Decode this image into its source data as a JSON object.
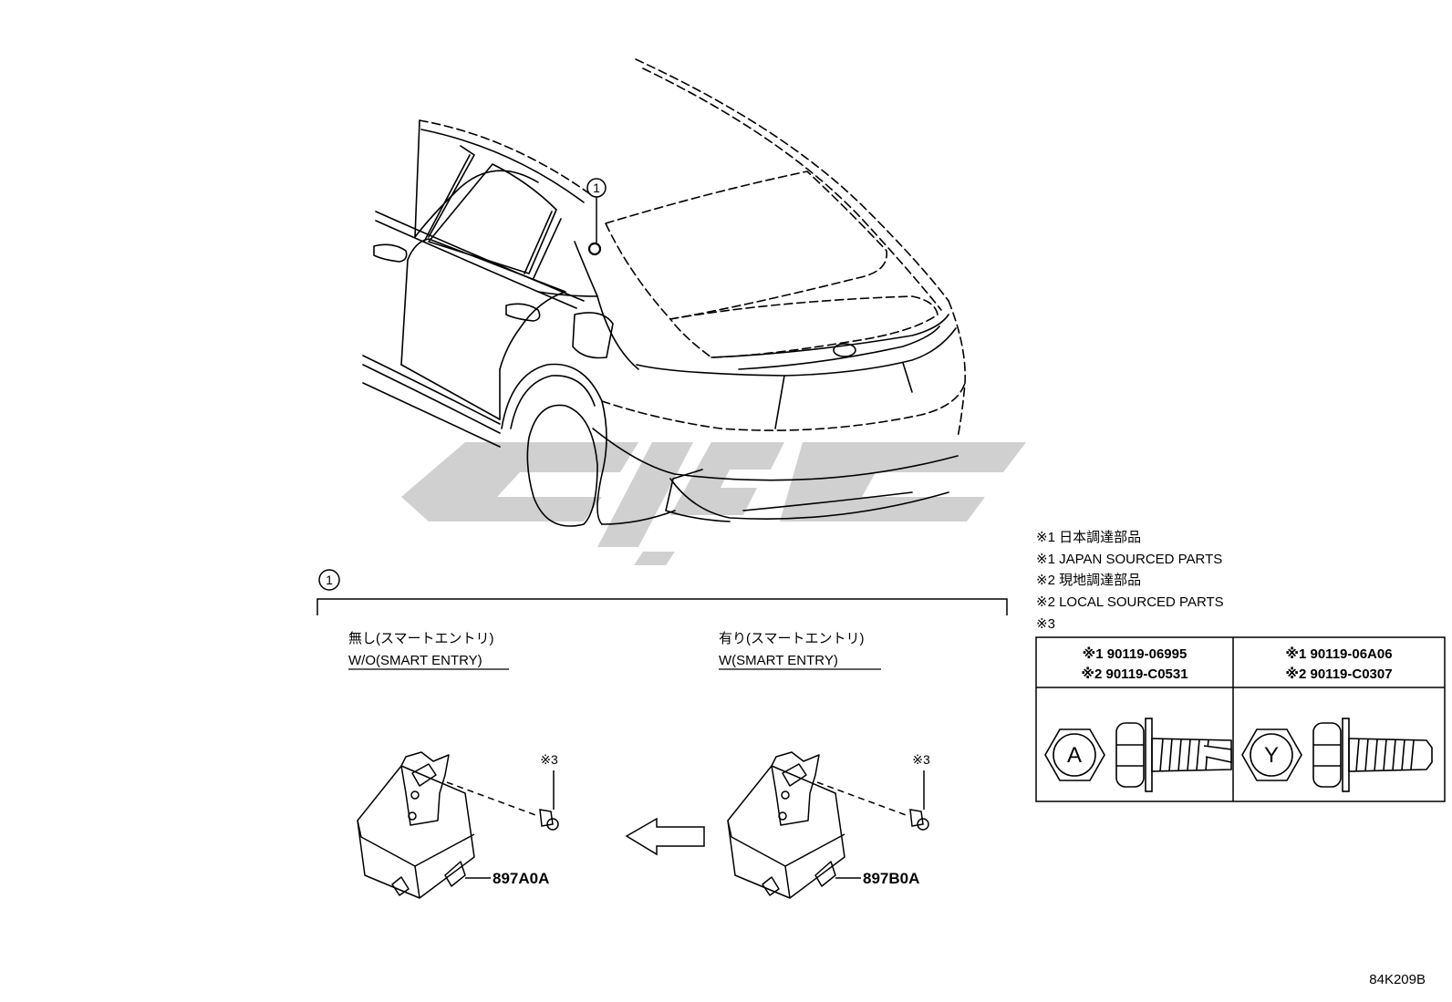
{
  "callout": {
    "number": "1"
  },
  "section": {
    "callout_number": "1",
    "variant_left": {
      "jp": "無し(スマートエントリ)",
      "en": "W/O(SMART ENTRY)",
      "part_no": "897A0A",
      "note": "※3"
    },
    "variant_right": {
      "jp": "有り(スマートエントリ)",
      "en": "W(SMART ENTRY)",
      "part_no": "897B0A",
      "note": "※3"
    }
  },
  "legend": {
    "lines": [
      "※1 日本調達部品",
      "※1 JAPAN SOURCED PARTS",
      "※2 現地調達部品",
      "※2 LOCAL SOURCED PARTS",
      "※3"
    ]
  },
  "bolt_table": {
    "columns": [
      {
        "row1": "※1 90119-06995",
        "row2": "※2 90119-C0531",
        "head_letter": "A"
      },
      {
        "row1": "※1 90119-06A06",
        "row2": "※2 90119-C0307",
        "head_letter": "Y"
      }
    ]
  },
  "diagram_code": "84K209B",
  "colors": {
    "line": "#000000",
    "watermark": "#c8c8c8",
    "background": "#ffffff"
  }
}
